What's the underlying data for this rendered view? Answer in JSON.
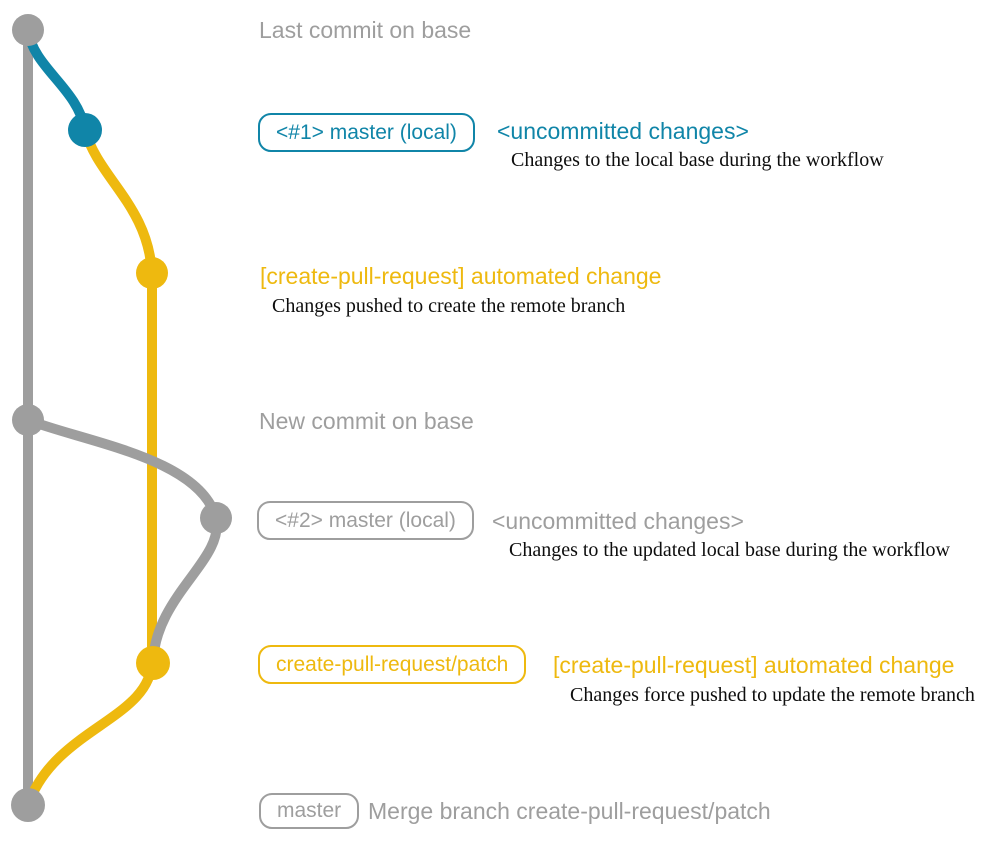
{
  "colors": {
    "base_gray": "#9e9e9e",
    "local_blue": "#1085a8",
    "patch_yellow": "#eeb90f",
    "description_black": "#0d0d0d"
  },
  "steps": {
    "last_commit": {
      "title": "Last commit on base"
    },
    "uncommitted_1": {
      "badge": "<#1> master (local)",
      "note": "<uncommitted changes>",
      "description": "Changes to the local base during the workflow"
    },
    "automated_1": {
      "note": "[create-pull-request] automated change",
      "description": "Changes pushed to create the remote branch"
    },
    "new_commit": {
      "title": "New commit on base"
    },
    "uncommitted_2": {
      "badge": "<#2> master (local)",
      "note": "<uncommitted changes>",
      "description": "Changes to the updated local base during the workflow"
    },
    "automated_2": {
      "badge": "create-pull-request/patch",
      "note": "[create-pull-request] automated change",
      "description": "Changes force pushed to update the remote branch"
    },
    "merge": {
      "badge": "master",
      "note": "Merge branch create-pull-request/patch"
    }
  },
  "graph": {
    "branches": [
      {
        "name": "base",
        "color": "#9e9e9e"
      },
      {
        "name": "master (local)",
        "color": "#1085a8"
      },
      {
        "name": "create-pull-request/patch",
        "color": "#eeb90f"
      }
    ],
    "commits": [
      {
        "branch": "base",
        "label": "Last commit on base"
      },
      {
        "branch": "master (local)",
        "label": "<uncommitted changes>"
      },
      {
        "branch": "create-pull-request/patch",
        "label": "[create-pull-request] automated change"
      },
      {
        "branch": "base",
        "label": "New commit on base"
      },
      {
        "branch": "master (local)",
        "label": "<uncommitted changes>"
      },
      {
        "branch": "create-pull-request/patch",
        "label": "[create-pull-request] automated change"
      },
      {
        "branch": "base",
        "label": "Merge branch create-pull-request/patch"
      }
    ]
  }
}
